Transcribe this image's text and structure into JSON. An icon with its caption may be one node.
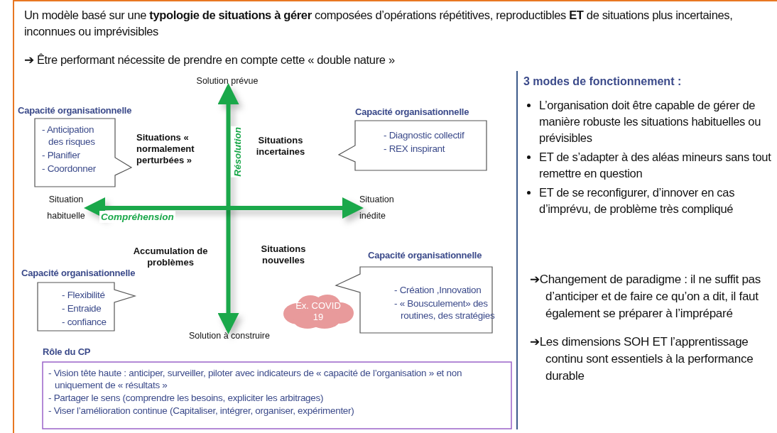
{
  "diagram": {
    "nodes": [
      {
        "text": [
          "Capacité organisationnelle",
          "- Anticipation des risques",
          "- Planifier",
          "- Coordonner"
        ]
      },
      {
        "text": [
          "Solution prévue"
        ]
      },
      {
        "text": [
          "Capacité organisationnelle",
          "- Diagnostic collectif",
          "- REX inspirant"
        ]
      },
      {
        "text": [
          "Situation habituelle"
        ]
      },
      {
        "text": [
          "Situation inédite"
        ]
      },
      {
        "text": [
          "Capacité organisationnelle",
          "- Création ,Innovation",
          "- « Bousculement» des routines, des stratégies"
        ]
      },
      {
        "text": [
          "Capacité organisationnelle",
          "- Flexibilité",
          "- Entraide",
          "- confiance"
        ]
      },
      {
        "text": [
          "Ex. COVID 19"
        ]
      },
      {
        "text": [
          "Solution à construire"
        ]
      },
      {
        "text": [
          "Rôle du CP",
          "- Vision tête haute : anticiper, surveiller, piloter avec indicateurs de « capacité de l’organisation » et non uniquement de « résultats »",
          "- Partager le sens (comprendre les besoins, expliciter les arbitrages)",
          "- Viser l’amélioration continue (Capitaliser, intégrer, organiser, expérimenter)"
        ]
      }
    ],
    "edges": [
      {
        "from": 1,
        "to": 8,
        "arrow": "both",
        "label": "Résolution"
      },
      {
        "from": 3,
        "to": 4,
        "arrow": "both",
        "label": "Compréhension"
      }
    ],
    "labels": [
      "Un modèle basé sur une **typologie de situations à gérer** composées d’opérations répétitives, reproductibles **ET** de situations plus incertaines, inconnues ou imprévisibles",
      "➔ Être performant nécessite de prendre en compte cette « double nature »",
      "Situations « normalement perturbées »",
      "Situations incertaines",
      "Accumulation de problèmes",
      "Situations nouvelles",
      "3 modes de fonctionnement :",
      "L’organisation doit être capable de gérer de manière robuste les situations habituelles ou prévisibles",
      "ET de s’adapter à des aléas mineurs sans tout remettre en question",
      "ET de se reconfigurer, d’innover en cas d’imprévu, de problème très compliqué",
      "➔Changement de paradigme : il ne suffit pas d’anticiper et de faire ce qu’on a dit, il faut également se préparer à l’impréparé",
      "➔Les dimensions SOH ET l’apprentissage continu sont essentiels à la performance durable"
    ]
  }
}
